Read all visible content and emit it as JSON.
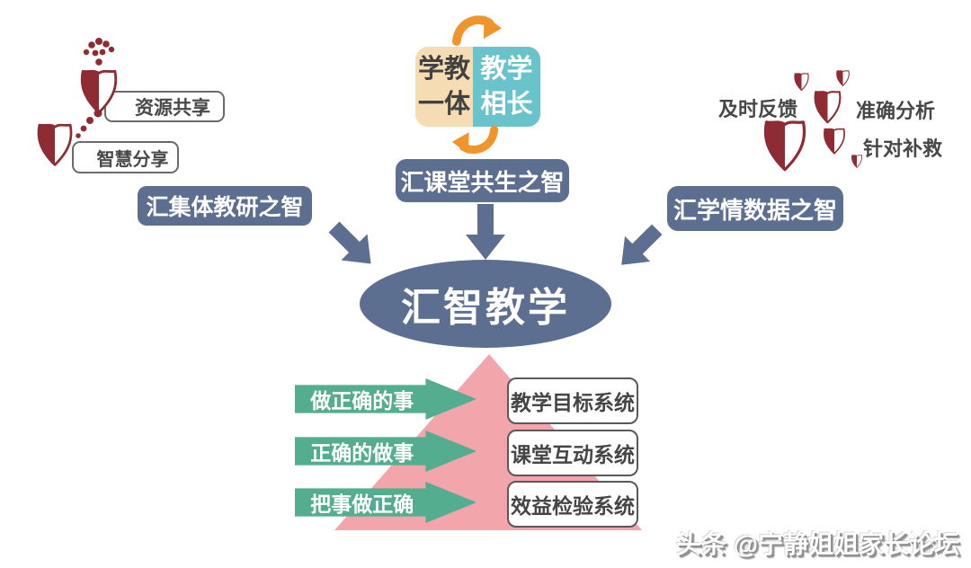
{
  "colors": {
    "slate": "#5d6f90",
    "maroon": "#8e2b33",
    "teal": "#68c4ca",
    "tan": "#f6dcb2",
    "orange": "#f0952c",
    "green": "#54ad8e",
    "pink": "#f2a6ab",
    "dark_text": "#474747"
  },
  "top_cycle": {
    "left_line1": "学教",
    "left_line2": "一体",
    "right_line1": "教学",
    "right_line2": "相长"
  },
  "branches": {
    "center": {
      "label": "汇课堂共生之智"
    },
    "left": {
      "label": "汇集体教研之智",
      "tag1": "资源共享",
      "tag2": "智慧分享"
    },
    "right": {
      "label": "汇学情数据之智",
      "tag1": "及时反馈",
      "tag2": "准确分析",
      "tag3": "针对补救"
    }
  },
  "hub": {
    "label": "汇智教学"
  },
  "pyramid": {
    "rows": [
      {
        "principle": "做正确的事",
        "system": "教学目标系统"
      },
      {
        "principle": "正确的做事",
        "system": "课堂互动系统"
      },
      {
        "principle": "把事做正确",
        "system": "效益检验系统"
      }
    ]
  },
  "watermark": "头条 @宁静姐姐家长论坛"
}
